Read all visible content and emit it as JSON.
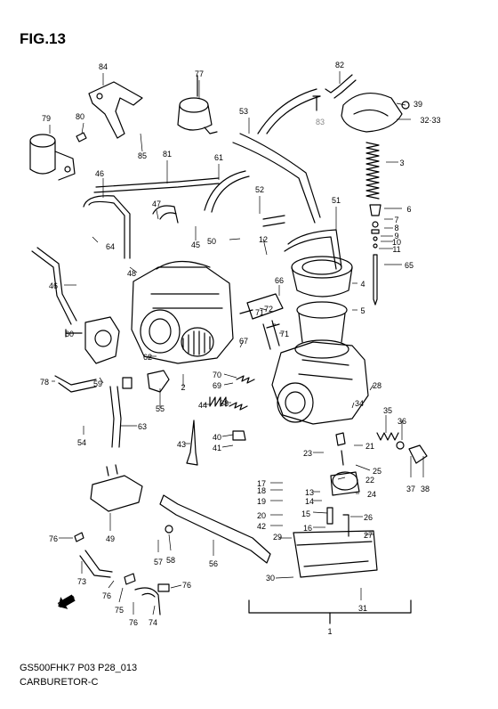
{
  "figure": {
    "title": "FIG.13"
  },
  "footer": {
    "code": "GS500FHK7 P03 P28_013",
    "name": "CARBURETOR-C"
  },
  "fwd_badge": {
    "label": "FWD"
  },
  "callouts": [
    {
      "label": "84"
    },
    {
      "label": "77"
    },
    {
      "label": "82"
    },
    {
      "label": "79"
    },
    {
      "label": "80"
    },
    {
      "label": "39"
    },
    {
      "label": "83",
      "gray": true
    },
    {
      "label": "32·33"
    },
    {
      "label": "53"
    },
    {
      "label": "85"
    },
    {
      "label": "3"
    },
    {
      "label": "81"
    },
    {
      "label": "61"
    },
    {
      "label": "46"
    },
    {
      "label": "52"
    },
    {
      "label": "51"
    },
    {
      "label": "6"
    },
    {
      "label": "7"
    },
    {
      "label": "8"
    },
    {
      "label": "9"
    },
    {
      "label": "10"
    },
    {
      "label": "11"
    },
    {
      "label": "65"
    },
    {
      "label": "47"
    },
    {
      "label": "64"
    },
    {
      "label": "45"
    },
    {
      "label": "50"
    },
    {
      "label": "12"
    },
    {
      "label": "48"
    },
    {
      "label": "46"
    },
    {
      "label": "66"
    },
    {
      "label": "4"
    },
    {
      "label": "71"
    },
    {
      "label": "72"
    },
    {
      "label": "5"
    },
    {
      "label": "60"
    },
    {
      "label": "62"
    },
    {
      "label": "67"
    },
    {
      "label": "71"
    },
    {
      "label": "78"
    },
    {
      "label": "59"
    },
    {
      "label": "70"
    },
    {
      "label": "2"
    },
    {
      "label": "28"
    },
    {
      "label": "69"
    },
    {
      "label": "68"
    },
    {
      "label": "44"
    },
    {
      "label": "34"
    },
    {
      "label": "55"
    },
    {
      "label": "63"
    },
    {
      "label": "35"
    },
    {
      "label": "36"
    },
    {
      "label": "40"
    },
    {
      "label": "21"
    },
    {
      "label": "54"
    },
    {
      "label": "41"
    },
    {
      "label": "43"
    },
    {
      "label": "23"
    },
    {
      "label": "25"
    },
    {
      "label": "22"
    },
    {
      "label": "17"
    },
    {
      "label": "18"
    },
    {
      "label": "13"
    },
    {
      "label": "24"
    },
    {
      "label": "37"
    },
    {
      "label": "38"
    },
    {
      "label": "19"
    },
    {
      "label": "14"
    },
    {
      "label": "15"
    },
    {
      "label": "26"
    },
    {
      "label": "20"
    },
    {
      "label": "42"
    },
    {
      "label": "16"
    },
    {
      "label": "29"
    },
    {
      "label": "27"
    },
    {
      "label": "49"
    },
    {
      "label": "76"
    },
    {
      "label": "57"
    },
    {
      "label": "58"
    },
    {
      "label": "56"
    },
    {
      "label": "30"
    },
    {
      "label": "73"
    },
    {
      "label": "76"
    },
    {
      "label": "76"
    },
    {
      "label": "75"
    },
    {
      "label": "76"
    },
    {
      "label": "74"
    },
    {
      "label": "31"
    },
    {
      "label": "1"
    }
  ]
}
